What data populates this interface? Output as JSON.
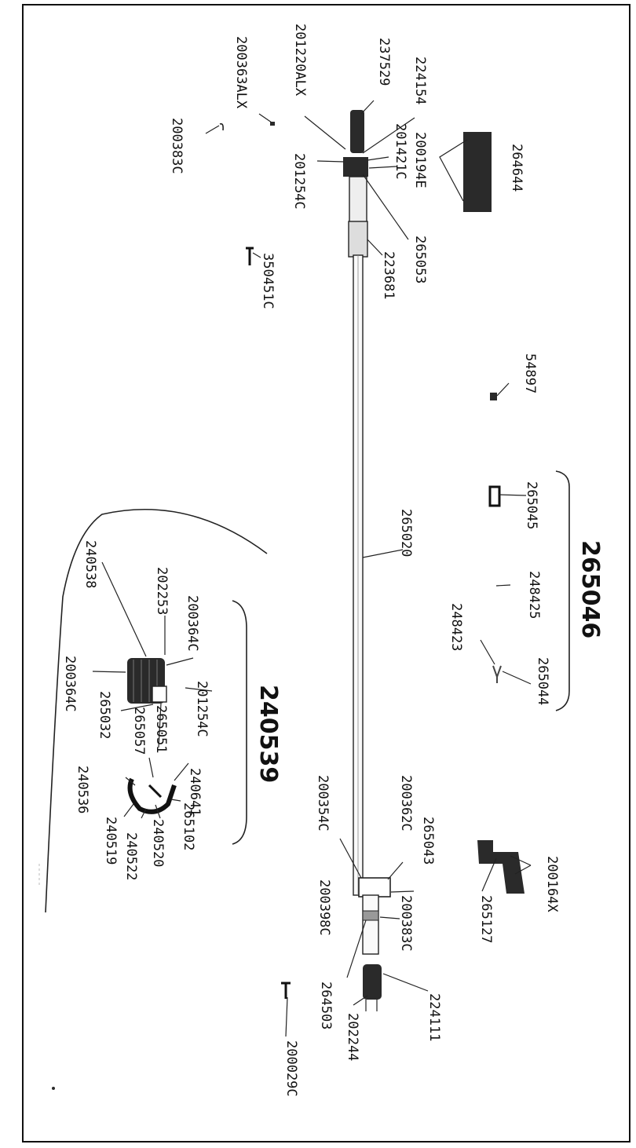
{
  "diagram": {
    "labels": {
      "l201220ALX": "201220ALX",
      "l200363ALX": "200363ALX",
      "l200383C_top": "200383C",
      "l237529": "237529",
      "l224154": "224154",
      "l200194E": "200194E",
      "l201421C": "201421C",
      "l201254C_top": "201254C",
      "l264644": "264644",
      "l265053": "265053",
      "l223681": "223681",
      "l350451C": "350451C",
      "l54897": "54897",
      "l265045": "265045",
      "l265020": "265020",
      "l248425": "248425",
      "l248423": "248423",
      "l265044": "265044",
      "l240538": "240538",
      "l202253": "202253",
      "l200364C_a": "200364C",
      "l201254C_b": "201254C",
      "l200364C_b": "200364C",
      "l265032": "265032",
      "l265051": "265051",
      "l265057": "265057",
      "l240641": "240641",
      "l240536": "240536",
      "l265102": "265102",
      "l240520": "240520",
      "l240522": "240522",
      "l240519": "240519",
      "l200354C": "200354C",
      "l200362C": "200362C",
      "l265043": "265043",
      "l200398C": "200398C",
      "l200383C_bot": "200383C",
      "l264503": "264503",
      "l224111": "224111",
      "l202244": "202244",
      "l200029C": "200029C",
      "l200164X": "200164X",
      "l265127": "265127"
    },
    "assemblies": {
      "a265046": "265046",
      "a240539": "240539"
    }
  }
}
